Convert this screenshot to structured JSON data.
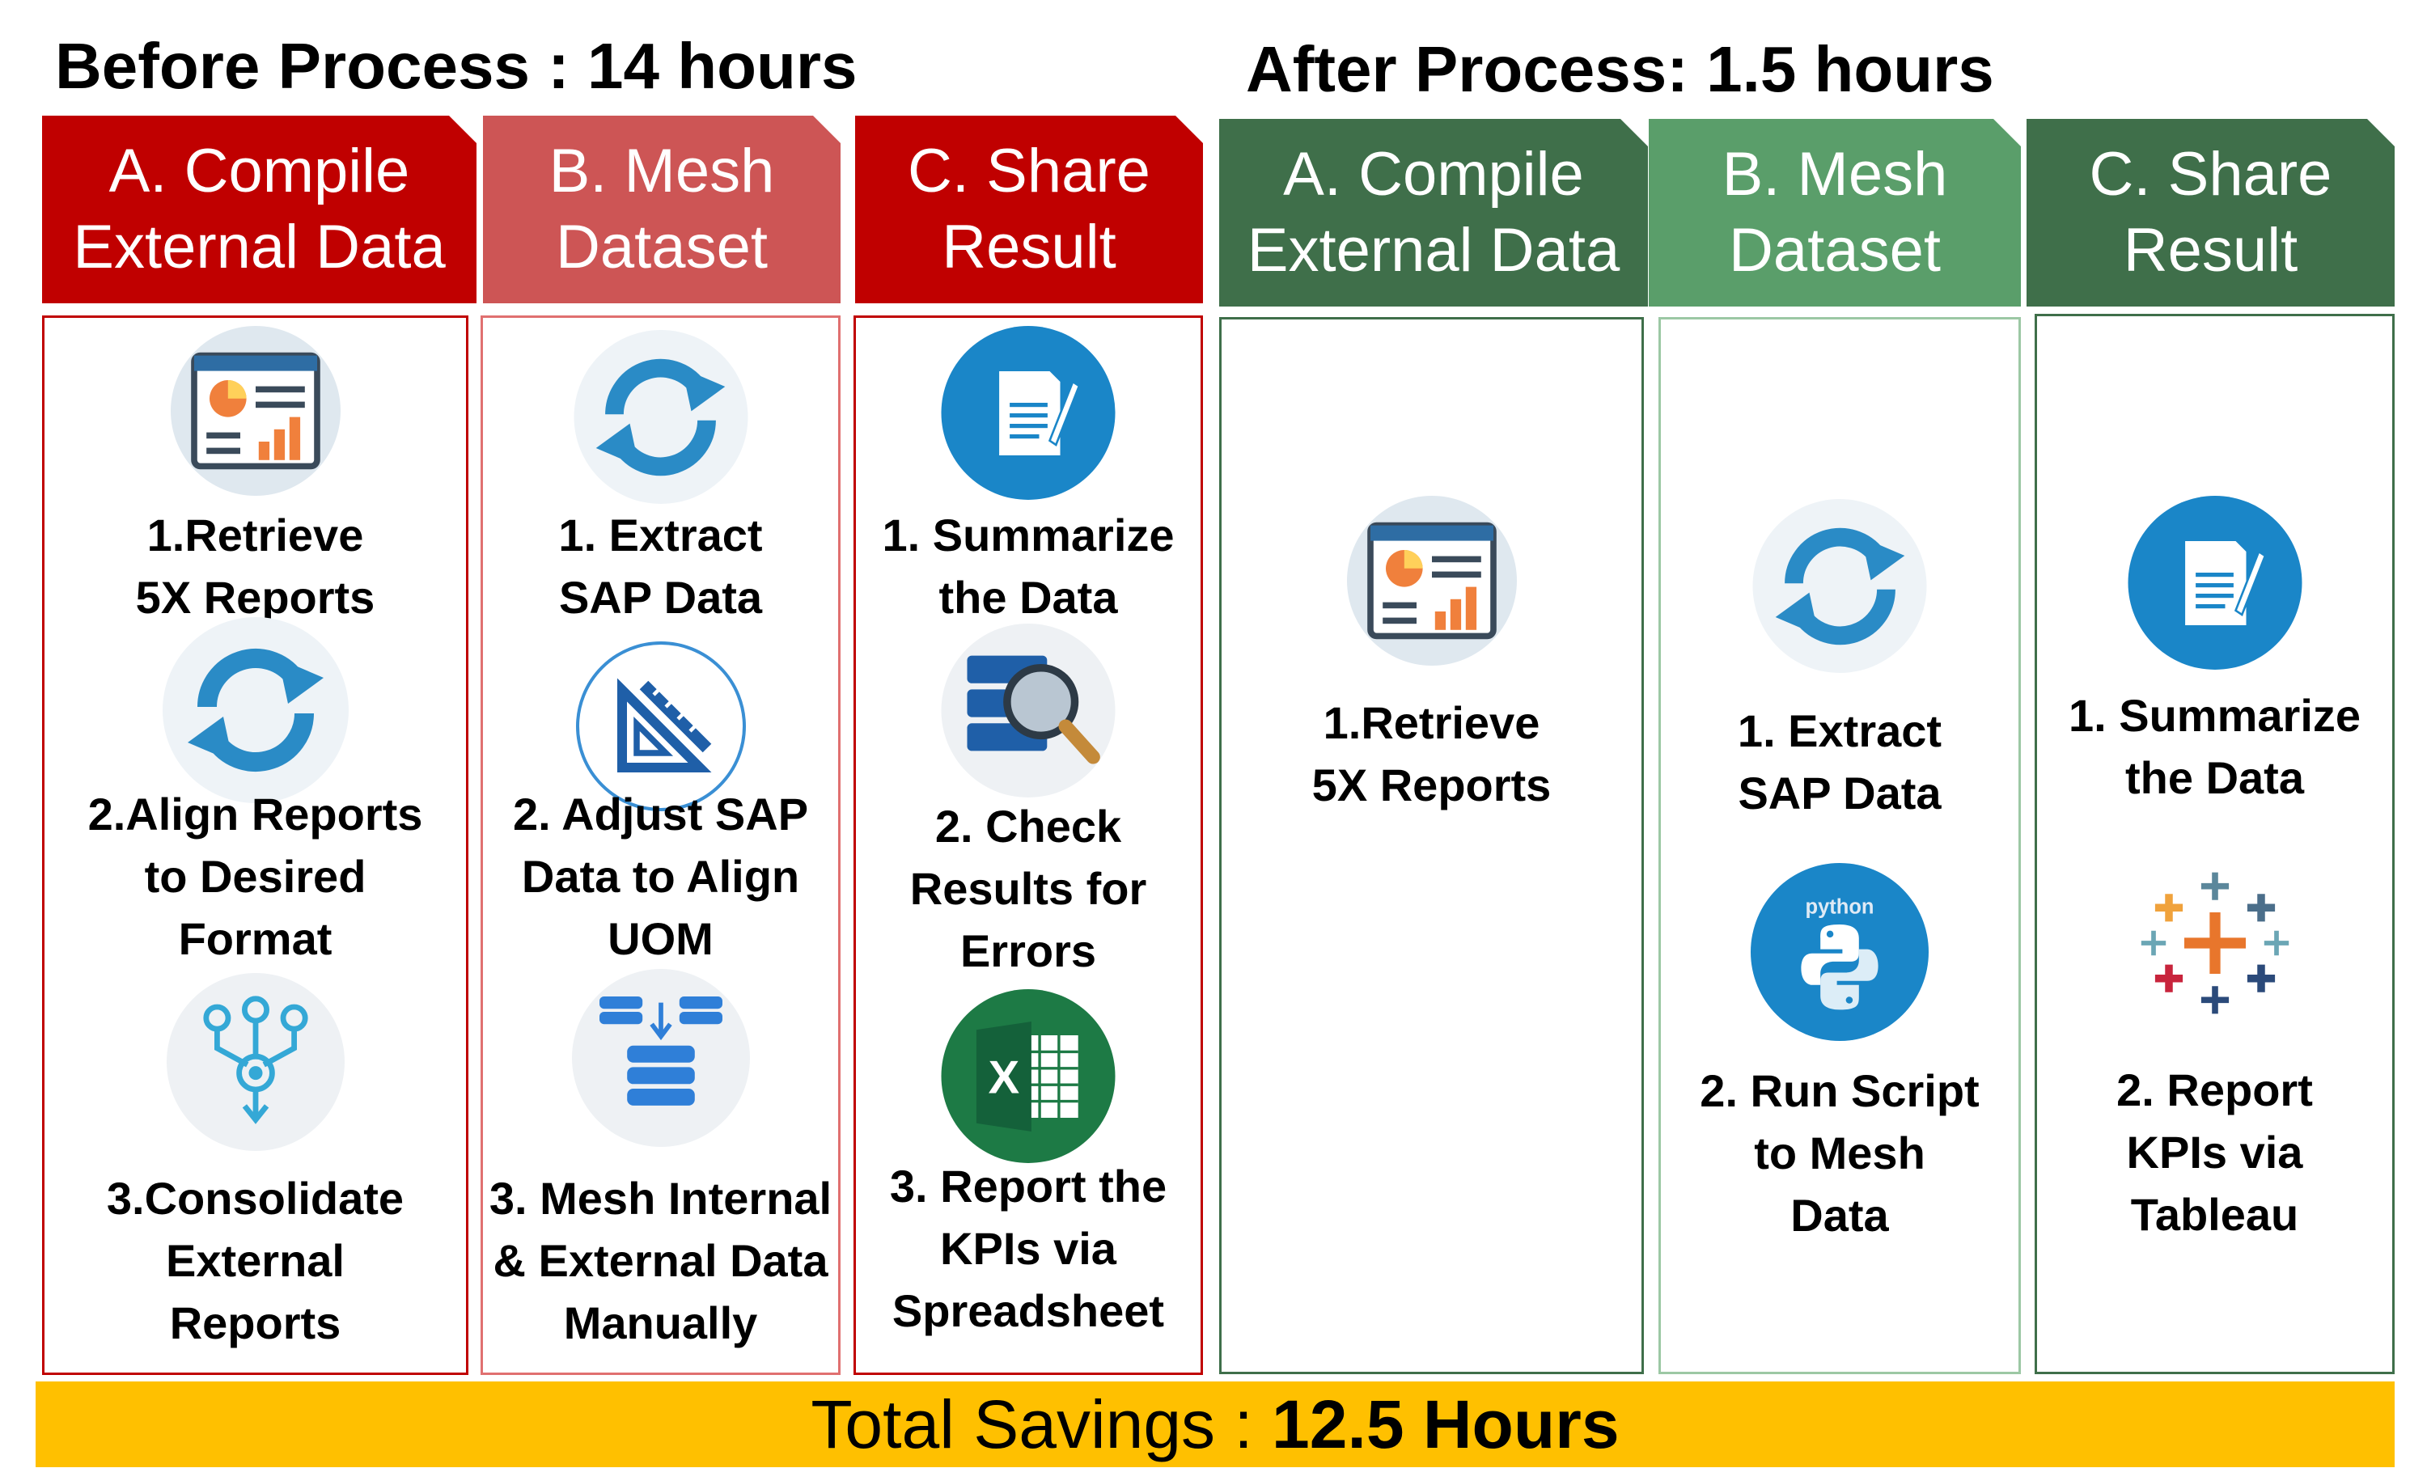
{
  "before": {
    "heading": "Before Process : 14 hours",
    "columns": [
      {
        "title_l1": "A. Compile",
        "title_l2": "External Data",
        "color": "#c00000",
        "items": [
          {
            "icon": "report-chart-icon",
            "label": "1.Retrieve\n5X Reports"
          },
          {
            "icon": "refresh-arrows-icon",
            "label": "2.Align Reports\nto Desired\nFormat"
          },
          {
            "icon": "consolidate-flow-icon",
            "label": "3.Consolidate\nExternal\nReports"
          }
        ]
      },
      {
        "title_l1": "B. Mesh",
        "title_l2": "Dataset",
        "color": "#cd5555",
        "items": [
          {
            "icon": "refresh-arrows-icon",
            "label": "1. Extract\nSAP Data"
          },
          {
            "icon": "ruler-triangle-icon",
            "label": "2. Adjust SAP\nData to Align\nUOM"
          },
          {
            "icon": "database-merge-icon",
            "label": "3. Mesh Internal\n& External Data\nManually"
          }
        ]
      },
      {
        "title_l1": "C. Share",
        "title_l2": "Result",
        "color": "#c00000",
        "items": [
          {
            "icon": "document-pen-icon",
            "label": "1. Summarize\nthe Data"
          },
          {
            "icon": "server-magnifier-icon",
            "label": "2. Check\nResults for\nErrors"
          },
          {
            "icon": "excel-icon",
            "label": "3. Report the\nKPIs via\nSpreadsheet"
          }
        ]
      }
    ]
  },
  "after": {
    "heading": "After Process: 1.5 hours",
    "columns": [
      {
        "title_l1": "A. Compile",
        "title_l2": "External Data",
        "color": "#3f6f4a",
        "items": [
          {
            "icon": "report-chart-icon",
            "label": "1.Retrieve\n5X Reports"
          }
        ]
      },
      {
        "title_l1": "B. Mesh",
        "title_l2": "Dataset",
        "color": "#5a9e6a",
        "items": [
          {
            "icon": "refresh-arrows-icon",
            "label": "1. Extract\nSAP Data"
          },
          {
            "icon": "python-icon",
            "label": "2. Run Script\nto Mesh\nData"
          }
        ]
      },
      {
        "title_l1": "C. Share",
        "title_l2": "Result",
        "color": "#3f6f4a",
        "items": [
          {
            "icon": "document-pen-icon",
            "label": "1. Summarize\nthe Data"
          },
          {
            "icon": "tableau-icon",
            "label": "2. Report\nKPIs via\nTableau"
          }
        ]
      }
    ]
  },
  "python_word": "python",
  "excel_letter": "X",
  "footer": {
    "prefix": "Total Savings : ",
    "value": "12.5 Hours"
  }
}
